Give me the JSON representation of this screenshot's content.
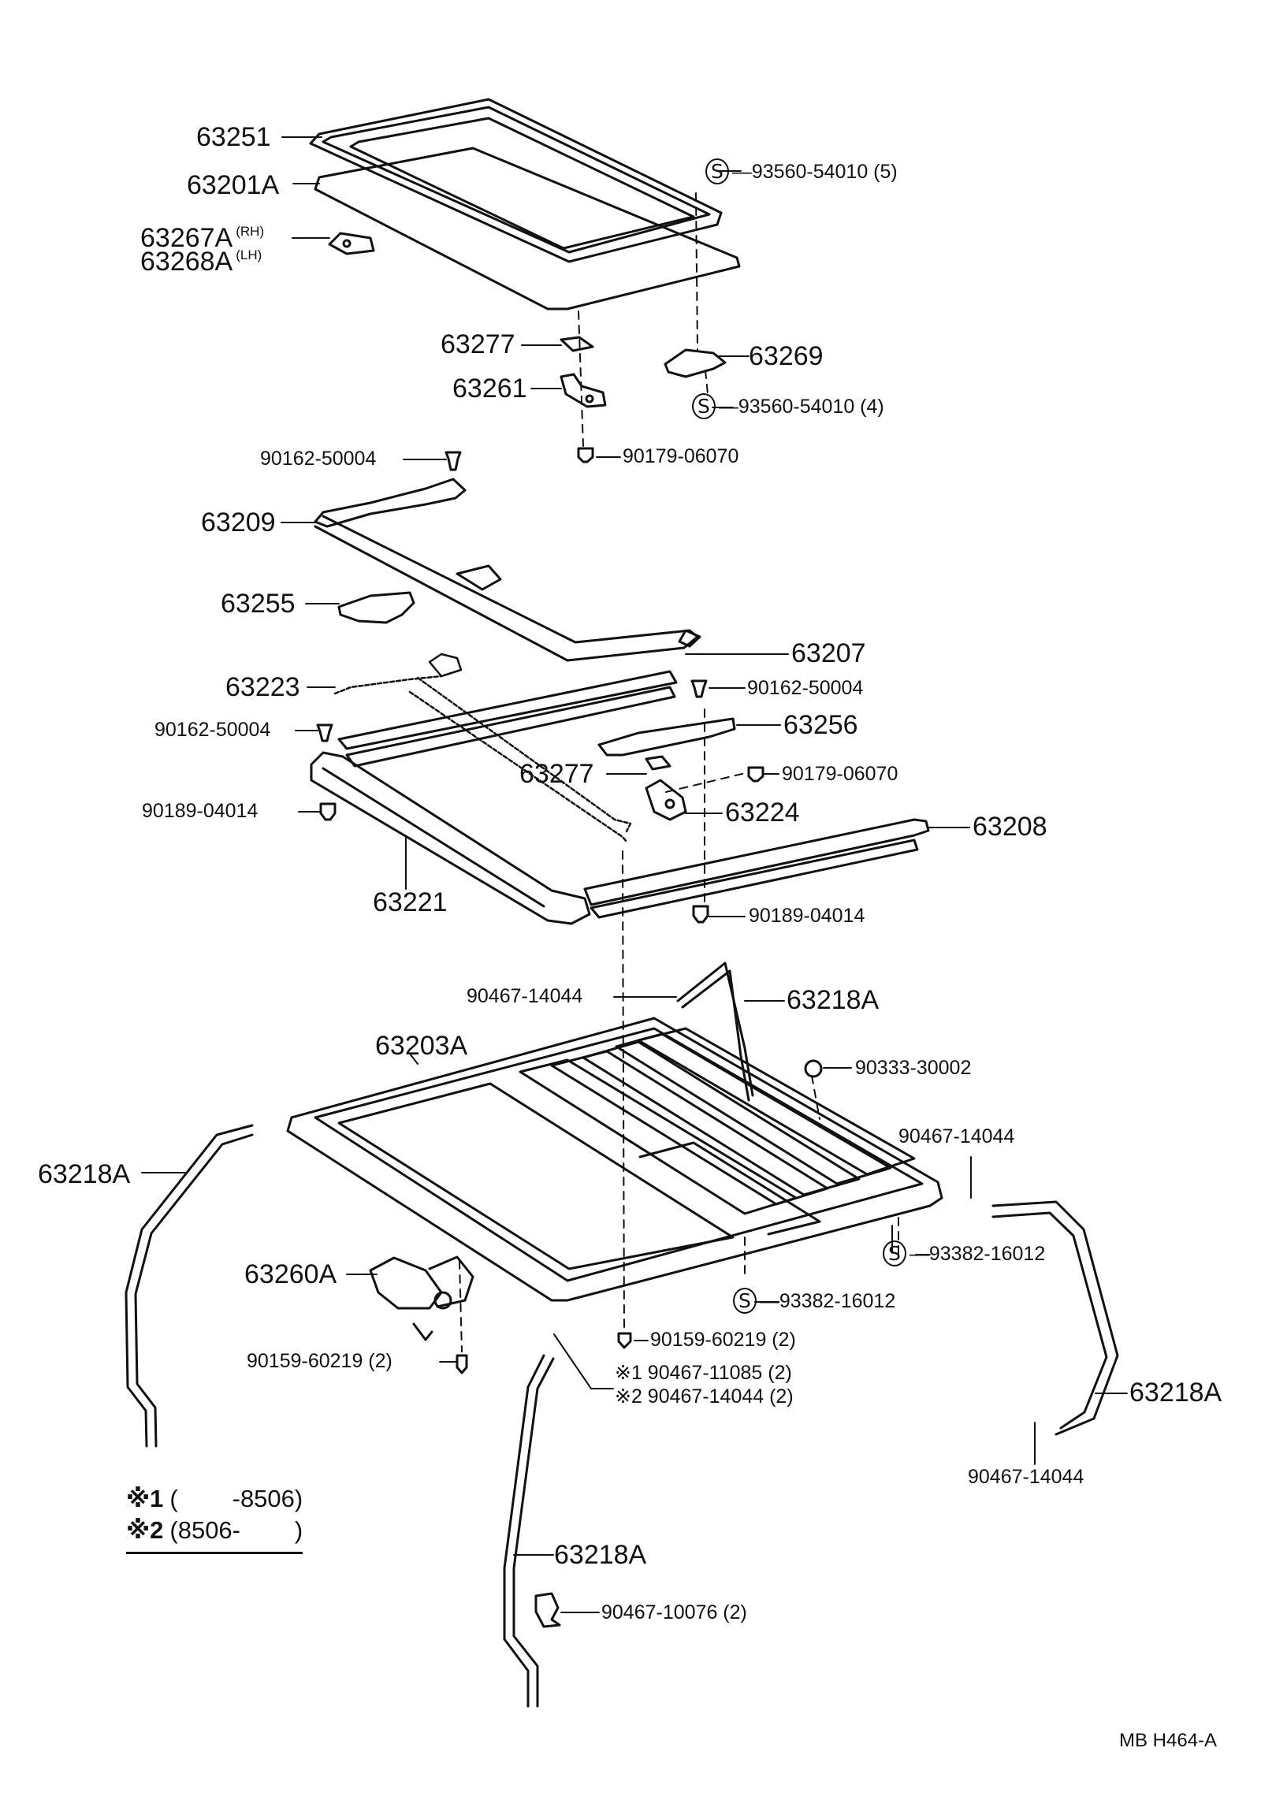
{
  "header_text": "",
  "parts": {
    "p63251": "63251",
    "p63201A": "63201A",
    "p63267A": "63267A",
    "p63267A_side": "(RH)",
    "p63268A": "63268A",
    "p63268A_side": "(LH)",
    "p93560_5": "93560-54010 (5)",
    "p63277_top": "63277",
    "p63269": "63269",
    "p63261": "63261",
    "p93560_4": "93560-54010 (4)",
    "p90162_a": "90162-50004",
    "p90179_a": "90179-06070",
    "p63209": "63209",
    "p63255": "63255",
    "p63207": "63207",
    "p63223": "63223",
    "p90162_b": "90162-50004",
    "p90162_c": "90162-50004",
    "p63256": "63256",
    "p63277_mid": "63277",
    "p90179_b": "90179-06070",
    "p90189_a": "90189-04014",
    "p63224": "63224",
    "p63208": "63208",
    "p63221": "63221",
    "p90189_b": "90189-04014",
    "p90467_14044_a": "90467-14044",
    "p63218A_a": "63218A",
    "p63203A": "63203A",
    "p90333": "90333-30002",
    "p90467_14044_b": "90467-14044",
    "p63218A_b": "63218A",
    "p93382_a": "93382-16012",
    "p63260A": "63260A",
    "p93382_b": "93382-16012",
    "p90159_a": "90159-60219 (2)",
    "p90159_b": "90159-60219 (2)",
    "p90467_11085": "※1 90467-11085 (2)",
    "p90467_14044_2": "※2 90467-14044 (2)",
    "p63218A_c": "63218A",
    "p90467_14044_c": "90467-14044",
    "p63218A_d": "63218A",
    "p90467_10076": "90467-10076 (2)"
  },
  "s_symbol": "S",
  "legend": {
    "row1_key": "※1",
    "row1_val": "(        -8506)",
    "row2_key": "※2",
    "row2_val": "(8506-        )"
  },
  "diagram_ref": "MB  H464-A"
}
